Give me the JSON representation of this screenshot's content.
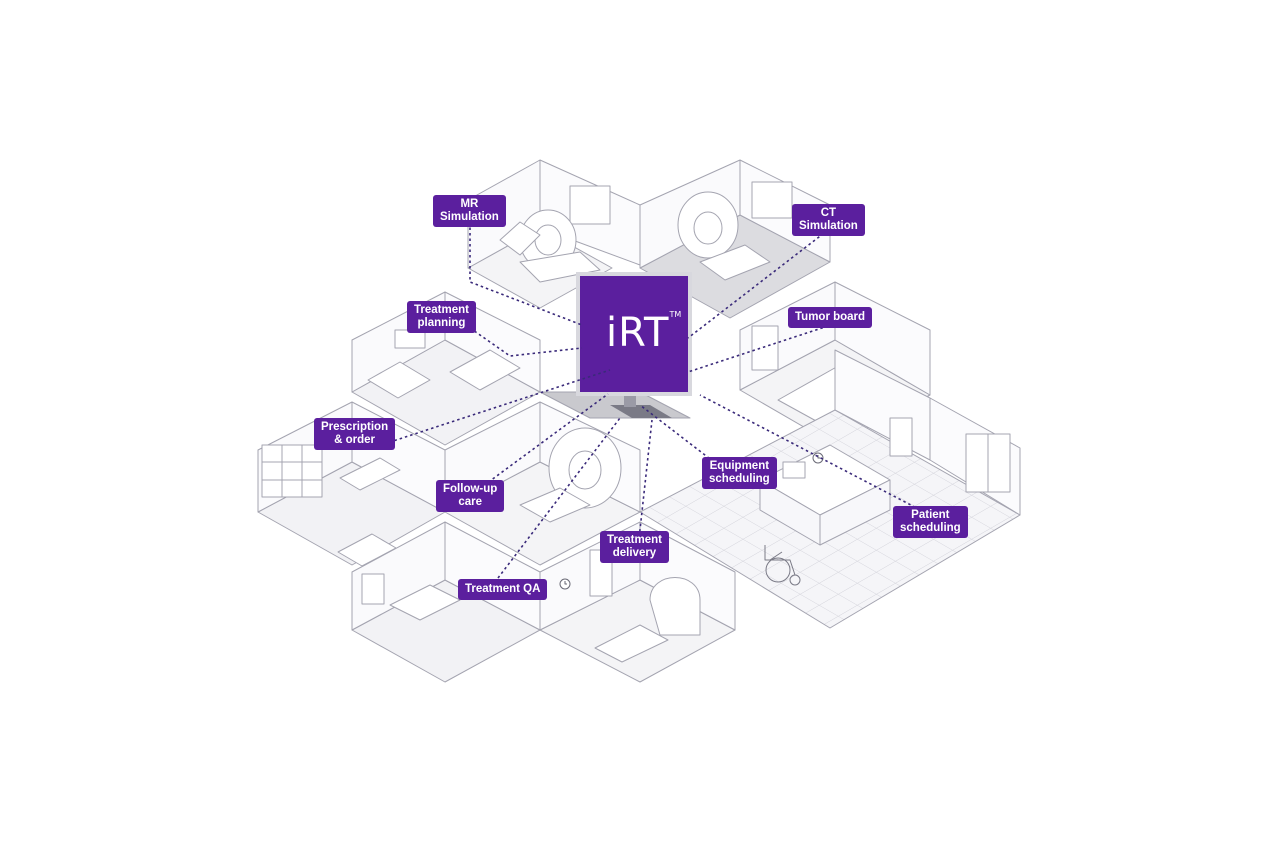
{
  "monitor": {
    "brand": "iRT",
    "trademark": "TM"
  },
  "labels": {
    "mr_simulation": [
      "MR",
      "Simulation"
    ],
    "ct_simulation": [
      "CT",
      "Simulation"
    ],
    "treatment_planning": [
      "Treatment",
      "planning"
    ],
    "tumor_board": [
      "Tumor board"
    ],
    "prescription_order": [
      "Prescription",
      "& order"
    ],
    "follow_up_care": [
      "Follow-up",
      "care"
    ],
    "equipment_scheduling": [
      "Equipment",
      "scheduling"
    ],
    "patient_scheduling": [
      "Patient",
      "scheduling"
    ],
    "treatment_delivery": [
      "Treatment",
      "delivery"
    ],
    "treatment_qa": [
      "Treatment QA"
    ]
  },
  "colors": {
    "brand_purple": "#5b1f9e",
    "line": "#9a9aa6",
    "connector": "#3a2a7a",
    "floor_gray": "#dcdce0",
    "grid_floor": "#eeeef2"
  },
  "icons": [
    "wheelchair-icon",
    "clock-icon"
  ]
}
